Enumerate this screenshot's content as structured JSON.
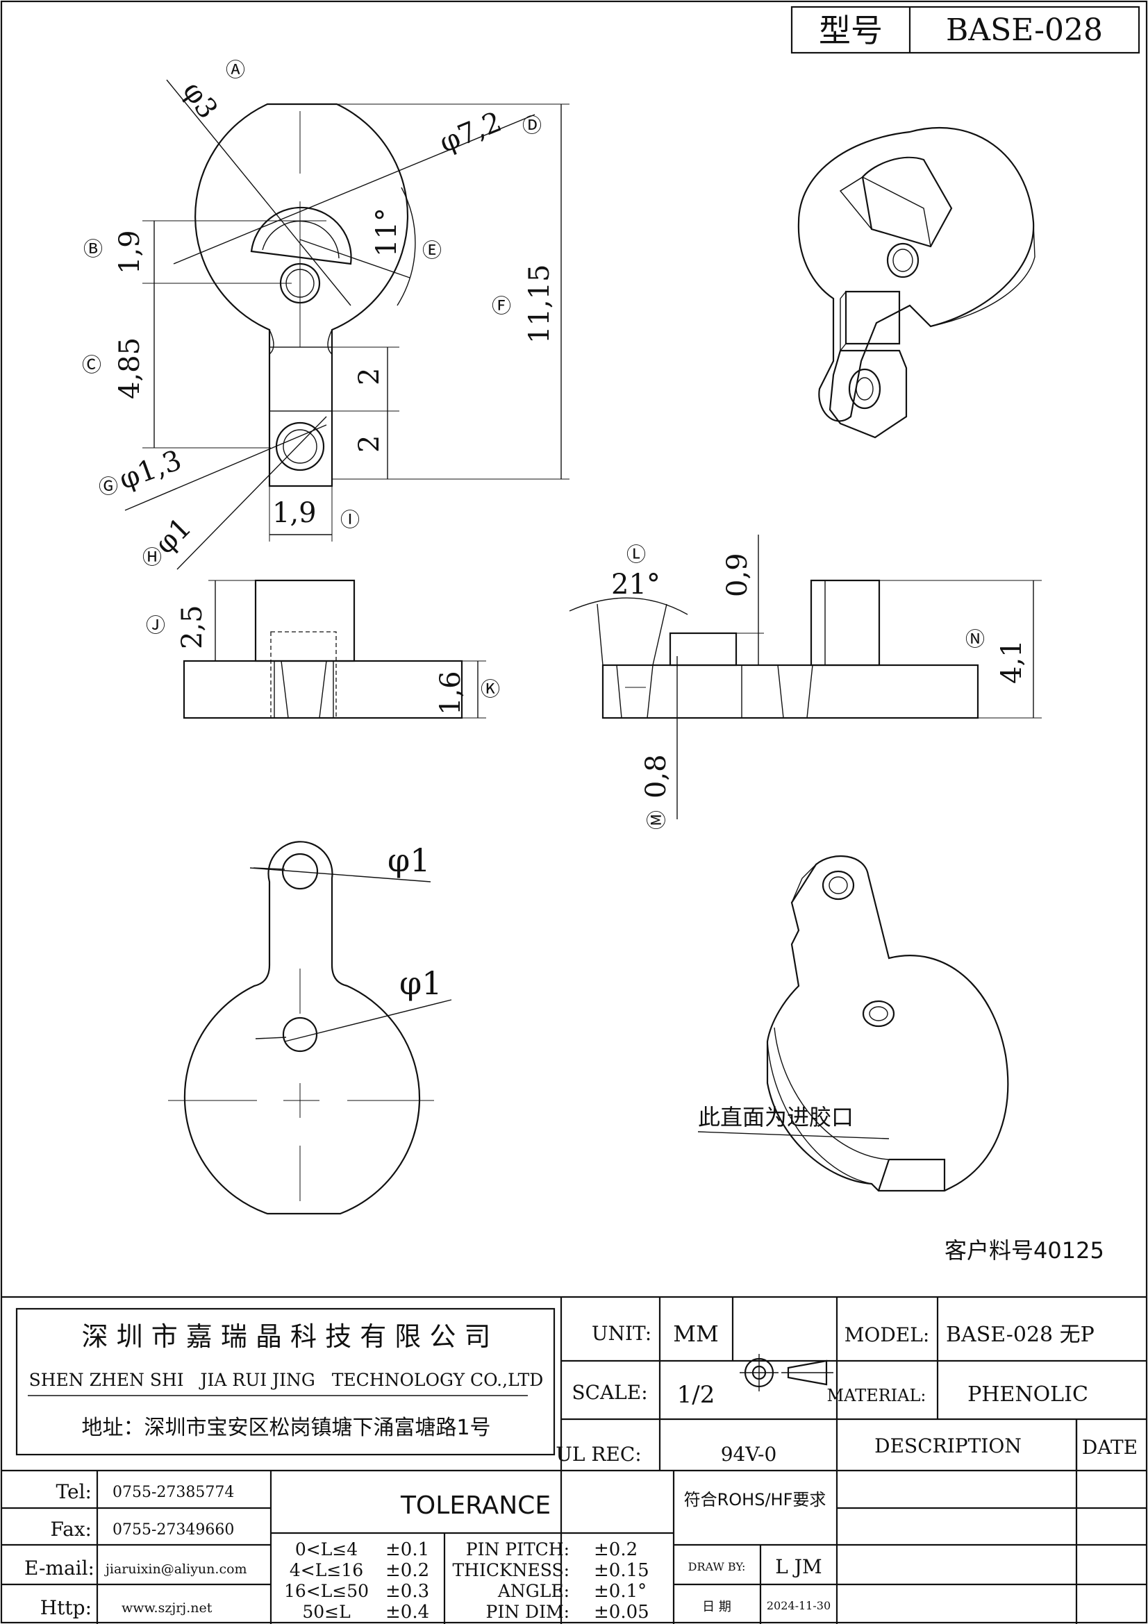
{
  "title_block_top": {
    "label": "型号",
    "value": "BASE-028"
  },
  "dimensions": {
    "phi3": "φ3",
    "mark_a": "Ⓐ",
    "phi72": "φ7,2",
    "mark_d": "Ⓓ",
    "angle11": "11°",
    "mark_e": "Ⓔ",
    "d19": "1,9",
    "mark_b": "Ⓑ",
    "d485": "4,85",
    "mark_c": "Ⓒ",
    "d2a": "2",
    "d2b": "2",
    "d1115": "11,15",
    "mark_f": "Ⓕ",
    "phi13": "φ1,3",
    "mark_g": "Ⓖ",
    "phi1h": "φ1",
    "mark_h": "Ⓗ",
    "w19": "1,9",
    "mark_i": "Ⓘ",
    "h25": "2,5",
    "mark_j": "Ⓙ",
    "h16": "1,6",
    "mark_k": "Ⓚ",
    "angle21": "21°",
    "mark_l": "Ⓛ",
    "h09": "0,9",
    "h08": "0,8",
    "mark_m": "Ⓜ",
    "h41": "4,1",
    "mark_n": "Ⓝ",
    "bottom_phi1_top": "φ1",
    "bottom_phi1_center": "φ1"
  },
  "notes": {
    "gate": "此直面为进胶口",
    "customer_part": "客户料号40125"
  },
  "company": {
    "name_cn": "深 圳 市 嘉 瑞 晶 科 技 有 限 公 司",
    "name_en": "SHEN ZHEN SHI   JIA RUI JING   TECHNOLOGY CO.,LTD",
    "address": "地址：深圳市宝安区松岗镇塘下涌富塘路1号"
  },
  "title_block": {
    "unit_label": "UNIT:",
    "unit_value": "MM",
    "scale_label": "SCALE:",
    "scale_value": "1/2",
    "ul_label": "UL REC:",
    "ul_value": "94V-0",
    "model_label": "MODEL:",
    "model_value": "BASE-028 无P",
    "material_label": "MATERIAL:",
    "material_value": "PHENOLIC",
    "description_label": "DESCRIPTION",
    "date_label": "DATE",
    "rohs": "符合ROHS/HF要求",
    "draw_by_label": "DRAW BY:",
    "draw_by_value": "L JM",
    "date_cn_label": "日 期",
    "date_value": "2024-11-30"
  },
  "contact": {
    "tel_label": "Tel:",
    "tel": "0755-27385774",
    "fax_label": "Fax:",
    "fax": "0755-27349660",
    "email_label": "E-mail:",
    "email": "jiaruixin@aliyun.com",
    "http_label": "Http:",
    "http": "www.szjrj.net"
  },
  "tolerance": {
    "title": "TOLERANCE",
    "rows": [
      {
        "range": "0<L≤4",
        "tol": "±0.1",
        "item": "PIN PITCH:",
        "item_tol": "±0.2"
      },
      {
        "range": "4<L≤16",
        "tol": "±0.2",
        "item": "THICKNESS:",
        "item_tol": "±0.15"
      },
      {
        "range": "16<L≤50",
        "tol": "±0.3",
        "item": "ANGLE:",
        "item_tol": "±0.1°"
      },
      {
        "range": "50≤L",
        "tol": "±0.4",
        "item": "PIN DIM:",
        "item_tol": "±0.05"
      }
    ]
  }
}
